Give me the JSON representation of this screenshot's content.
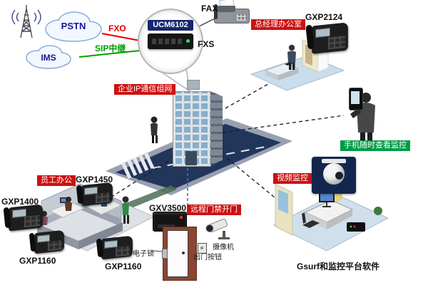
{
  "clouds": {
    "pstn": "PSTN",
    "ims": "IMS"
  },
  "trunks": {
    "fxo": "FXO",
    "sip": "SIP中继",
    "fxs": "FXS"
  },
  "fax_label": "FAX",
  "ucm": {
    "name": "UCM6102"
  },
  "network_label": "企业IP通信组网",
  "manager_office": {
    "label": "总经理办公室",
    "phone": "GXP2124"
  },
  "mobile_view": {
    "label": "手机随时查看监控"
  },
  "video_monitor": {
    "label": "视频监控"
  },
  "platform": {
    "label": "Gsurf和监控平台软件"
  },
  "staff_office": {
    "label": "员工办公",
    "phones": [
      "GXP1450",
      "GXP1400",
      "GXP1160",
      "GXP1160"
    ]
  },
  "door_access": {
    "label": "远程门禁开门",
    "device": "GXV3500",
    "lock": "电子锁",
    "button": "出门按钮",
    "camera": "摄像机"
  },
  "colors": {
    "label_red": "#cc1111",
    "label_green": "#009b44",
    "fxo_text": "#e60000",
    "sip_text": "#009900",
    "cloud_text": "#16169c",
    "road_navy": "#22365c"
  }
}
